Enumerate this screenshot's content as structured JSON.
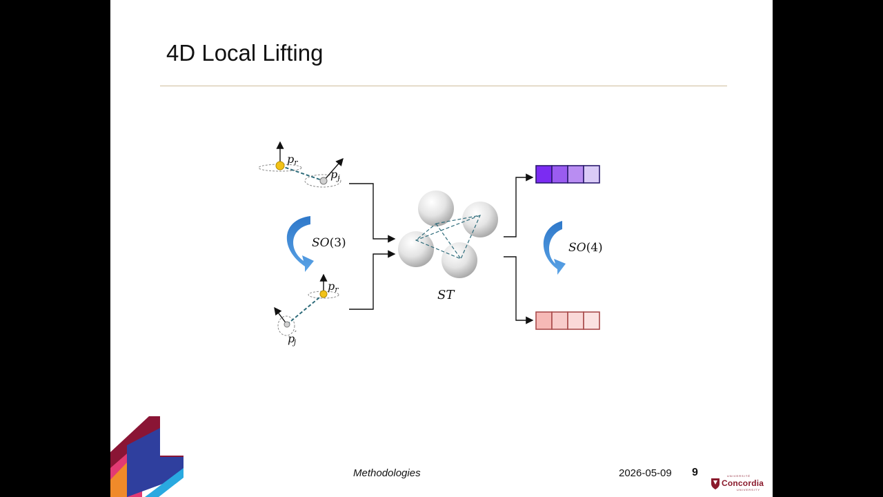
{
  "slide": {
    "title": "4D Local Lifting",
    "footer_section": "Methodologies",
    "footer_date": "2026-05-09",
    "page_number": "9"
  },
  "diagram": {
    "top_labels": {
      "reference_point": "p_r",
      "neighbor_point": "p_j"
    },
    "bottom_labels": {
      "reference_point": "p_r",
      "neighbor_point": "p'_j"
    },
    "left_rotation_group": "SO(3)",
    "right_rotation_group": "SO(4)",
    "transformer_label": "ST",
    "feature_top_colors": [
      "#7b2cf2",
      "#9a5cf0",
      "#b98df2",
      "#dacbf7"
    ],
    "feature_bottom_colors": [
      "#f6b9b6",
      "#f8cccb",
      "#fad9d8",
      "#fbe2e1"
    ]
  },
  "logo": {
    "name": "Concordia",
    "top_text": "UNIVERSITÉ",
    "bottom_text": "UNIVERSITY"
  },
  "colors": {
    "accent_rule": "#cdbb9a",
    "arrow_blue": "#4a90d9",
    "feature_top_border": "#2a1a6e",
    "feature_bottom_border": "#a84a4a"
  }
}
